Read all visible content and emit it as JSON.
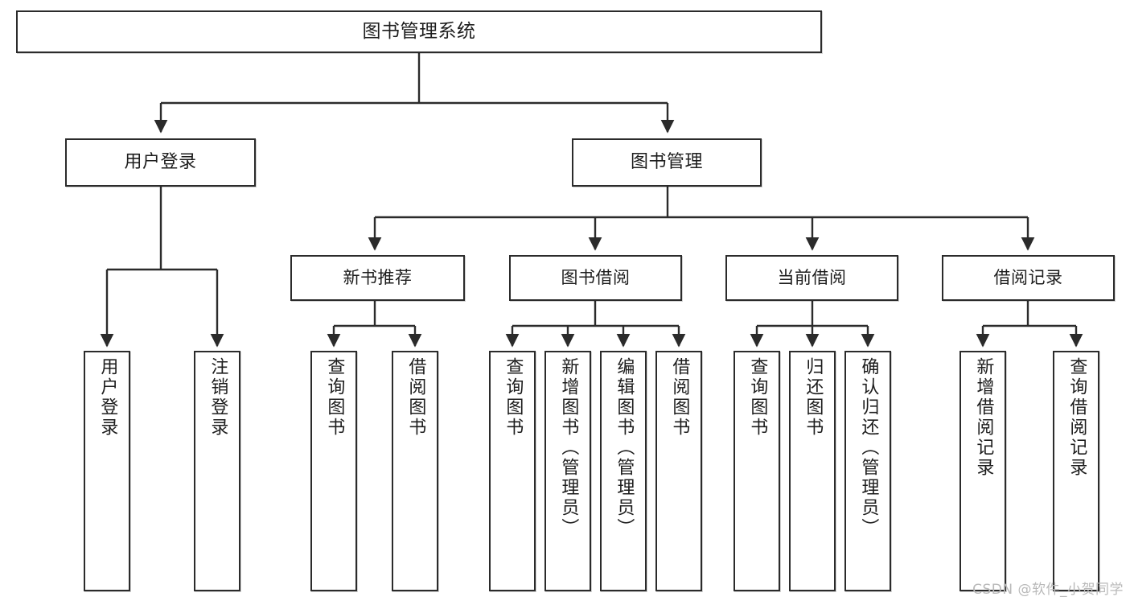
{
  "diagram": {
    "title": "图书管理系统",
    "watermark": "CSDN @软件_小贺同学",
    "root": {
      "label": "图书管理系统"
    },
    "level1": [
      {
        "label": "用户登录"
      },
      {
        "label": "图书管理"
      }
    ],
    "level2": [
      {
        "label": "新书推荐"
      },
      {
        "label": "图书借阅"
      },
      {
        "label": "当前借阅"
      },
      {
        "label": "借阅记录"
      }
    ],
    "leaves": {
      "user_login": [
        {
          "label": "用户登录"
        },
        {
          "label": "注销登录"
        }
      ],
      "new_book": [
        {
          "label": "查询图书"
        },
        {
          "label": "借阅图书"
        }
      ],
      "borrow_book": [
        {
          "label": "查询图书"
        },
        {
          "label": "新增图书（管理员）"
        },
        {
          "label": "编辑图书（管理员）"
        },
        {
          "label": "借阅图书"
        }
      ],
      "current_borrow": [
        {
          "label": "查询图书"
        },
        {
          "label": "归还图书"
        },
        {
          "label": "确认归还（管理员）"
        }
      ],
      "borrow_record": [
        {
          "label": "新增借阅记录"
        },
        {
          "label": "查询借阅记录"
        }
      ]
    },
    "colors": {
      "stroke": "#2b2b2b",
      "background": "#ffffff",
      "text": "#1d1d1d",
      "watermark": "#b9b9b9"
    }
  }
}
